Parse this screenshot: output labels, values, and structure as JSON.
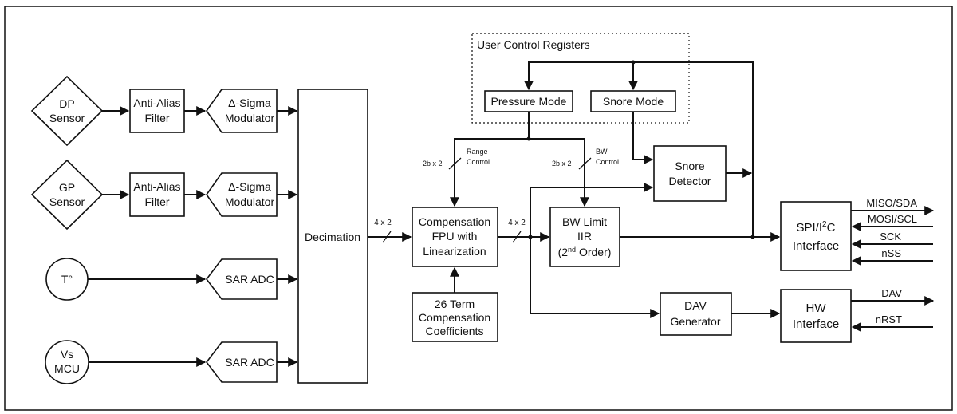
{
  "sensors": {
    "dp": [
      "DP",
      "Sensor"
    ],
    "gp": [
      "GP",
      "Sensor"
    ],
    "temp": "T°",
    "vs": [
      "Vs",
      "MCU"
    ]
  },
  "blocks": {
    "anti_alias_1": [
      "Anti-Alias",
      "Filter"
    ],
    "anti_alias_2": [
      "Anti-Alias",
      "Filter"
    ],
    "modulator_1": [
      "Δ-Sigma",
      "Modulator"
    ],
    "modulator_2": [
      "Δ-Sigma",
      "Modulator"
    ],
    "sar_adc_1": "SAR ADC",
    "sar_adc_2": "SAR ADC",
    "decimation": "Decimation",
    "compensation": [
      "Compensation",
      "FPU with",
      "Linearization"
    ],
    "coefficients": [
      "26 Term",
      "Compensation",
      "Coefficients"
    ],
    "bw_limit": [
      "BW Limit",
      "IIR"
    ],
    "bw_order": {
      "open": "(2",
      "sup": "nd",
      "close": " Order)"
    },
    "snore_detector": [
      "Snore",
      "Detector"
    ],
    "dav_generator": [
      "DAV",
      "Generator"
    ],
    "spi_interface": {
      "pre": "SPI/I",
      "sup": "2",
      "post": "C",
      "line2": "Interface"
    },
    "hw_interface": [
      "HW",
      "Interface"
    ]
  },
  "registers": {
    "title": "User Control Registers",
    "pressure_mode": "Pressure Mode",
    "snore_mode": "Snore Mode"
  },
  "bus_labels": {
    "range": "2b x 2",
    "range_control": [
      "Range",
      "Control"
    ],
    "bw": "2b x 2",
    "bw_control": [
      "BW",
      "Control"
    ],
    "decim_bus": "4 x 2",
    "comp_bus": "4 x 2"
  },
  "signals": {
    "miso": "MISO/SDA",
    "mosi": "MOSI/SCL",
    "sck": "SCK",
    "nss": "nSS",
    "dav": "DAV",
    "nrst": "nRST"
  }
}
